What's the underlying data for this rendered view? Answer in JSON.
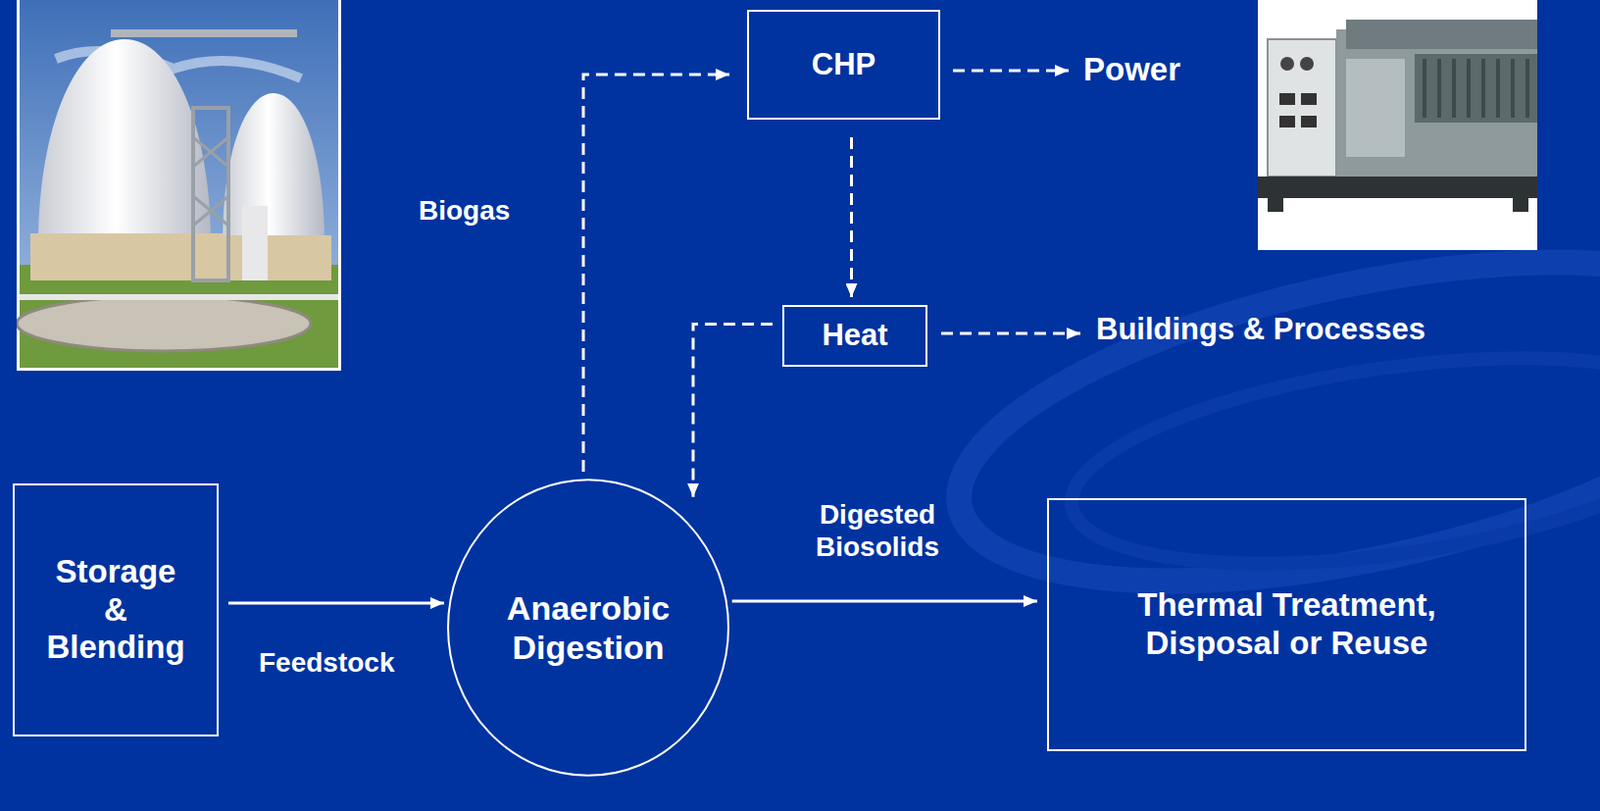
{
  "diagram": {
    "nodes": [
      {
        "text": [
          "Storage & Blending"
        ]
      },
      {
        "text": [
          "Anaerobic Digestion"
        ]
      },
      {
        "text": [
          "CHP"
        ]
      },
      {
        "text": [
          "Heat"
        ]
      },
      {
        "text": [
          "Thermal Treatment, Disposal or Reuse"
        ]
      }
    ],
    "edges": [
      {
        "from": 0,
        "to": 1,
        "arrow": "to",
        "label": "Feedstock"
      },
      {
        "from": 1,
        "to": 4,
        "arrow": "to",
        "label": "Digested Biosolids"
      },
      {
        "from": 1,
        "to": 2,
        "arrow": "to",
        "label": "Biogas"
      },
      {
        "from": 2,
        "to": 3,
        "arrow": "to"
      },
      {
        "from": 3,
        "to": 1,
        "arrow": "to"
      }
    ],
    "labels": [
      "Power",
      "Buildings & Processes"
    ]
  }
}
